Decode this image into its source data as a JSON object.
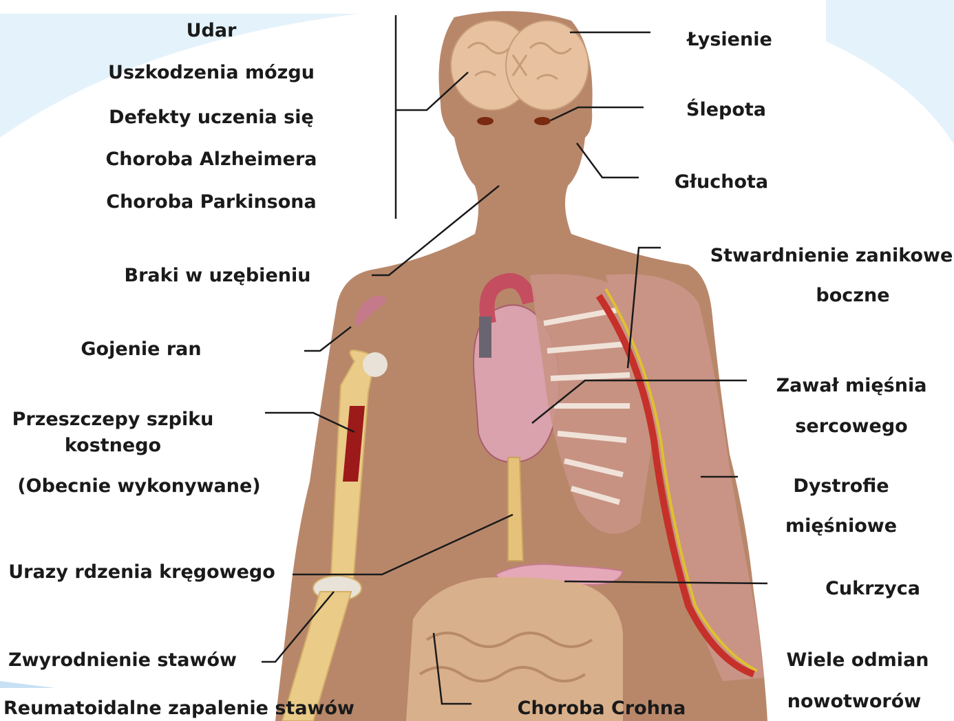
{
  "labels": {
    "udar": "Udar",
    "uszkodzenia": "Uszkodzenia mózgu",
    "defekty": "Defekty uczenia się",
    "alzheimer": "Choroba Alzheimera",
    "parkinson": "Choroba Parkinsona",
    "lysienie": "Łysienie",
    "slepota": "Ślepota",
    "gluchota": "Głuchota",
    "braki": "Braki w uzębieniu",
    "sla_1": "Stwardnienie zanikowe",
    "sla_2": "boczne",
    "gojenie": "Gojenie ran",
    "zawal_1": "Zawał mięśnia",
    "zawal_2": "sercowego",
    "przeszczepy_1": "Przeszczepy szpiku",
    "przeszczepy_2": "kostnego",
    "obecnie": "(Obecnie wykonywane)",
    "dystrofie_1": "Dystrofie",
    "dystrofie_2": "mięśniowe",
    "urazy": "Urazy rdzenia kręgowego",
    "cukrzyca": "Cukrzyca",
    "zwyrodnienie": "Zwyrodnienie stawów",
    "nowotwory_1": "Wiele odmian",
    "nowotwory_2": "nowotworów",
    "reumatoidalne": "Reumatoidalne zapalenie stawów",
    "crohn": "Choroba Crohna"
  },
  "colors": {
    "skin": "#b8876a",
    "skin_light": "#c99a7e",
    "brain": "#e8c2a0",
    "bone": "#eacb87",
    "marrow": "#9c1a1a",
    "heart": "#c46a78",
    "muscle": "#c99485",
    "artery": "#c6302a",
    "nerve": "#e0c030",
    "intestine": "#d9b08c",
    "background_arc": "#d6ecfa",
    "line": "#1a1a1a"
  }
}
